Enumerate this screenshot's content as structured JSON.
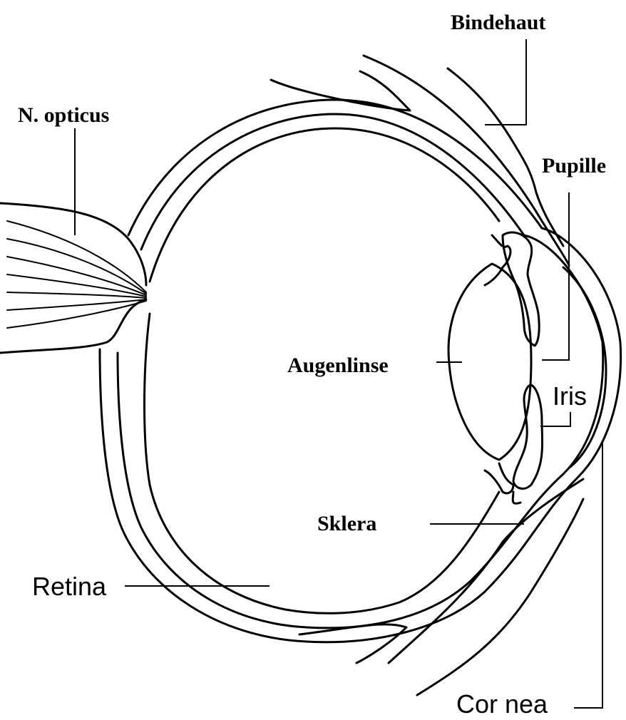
{
  "labels": {
    "bindehaut": "Bindehaut",
    "n_opticus": "N. opticus",
    "pupille": "Pupille",
    "augenlinse": "Augenlinse",
    "iris": "Iris",
    "sklera": "Sklera",
    "retina": "Retina",
    "cornea": "Cor nea"
  }
}
